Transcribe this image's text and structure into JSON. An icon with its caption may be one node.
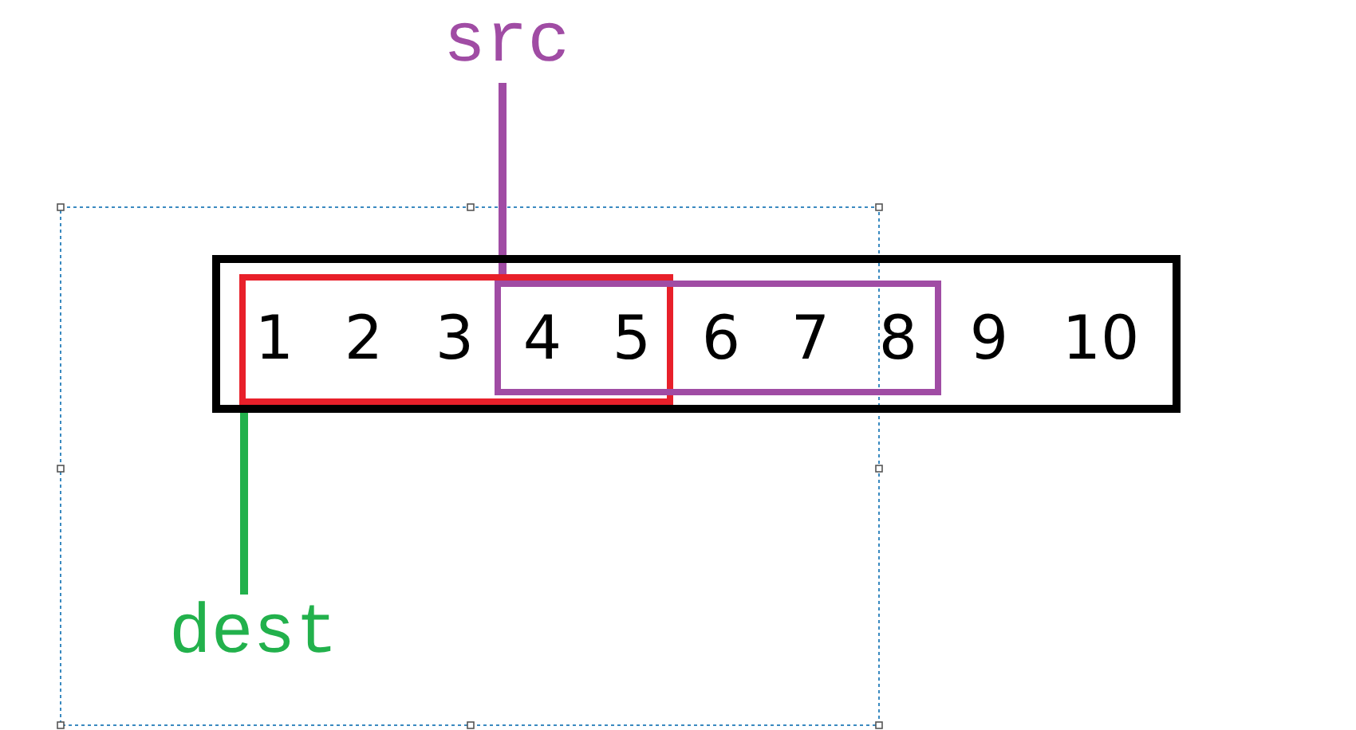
{
  "diagram": {
    "nodes": [
      {
        "text": [],
        "shape": "box"
      },
      {
        "text": [],
        "shape": "box",
        "in": 0
      },
      {
        "text": [],
        "shape": "box",
        "in": 0
      },
      {
        "text": [
          "src"
        ]
      },
      {
        "text": [
          "dest"
        ]
      }
    ],
    "edges": [
      {
        "from": 3,
        "to": 2,
        "arrow": "none",
        "color": "#a04ca4"
      },
      {
        "from": 4,
        "to": 1,
        "arrow": "none",
        "color": "#22b14c"
      }
    ],
    "labels": [
      "1",
      "2",
      "3",
      "4",
      "5",
      "6",
      "7",
      "8",
      "9",
      "10"
    ]
  }
}
